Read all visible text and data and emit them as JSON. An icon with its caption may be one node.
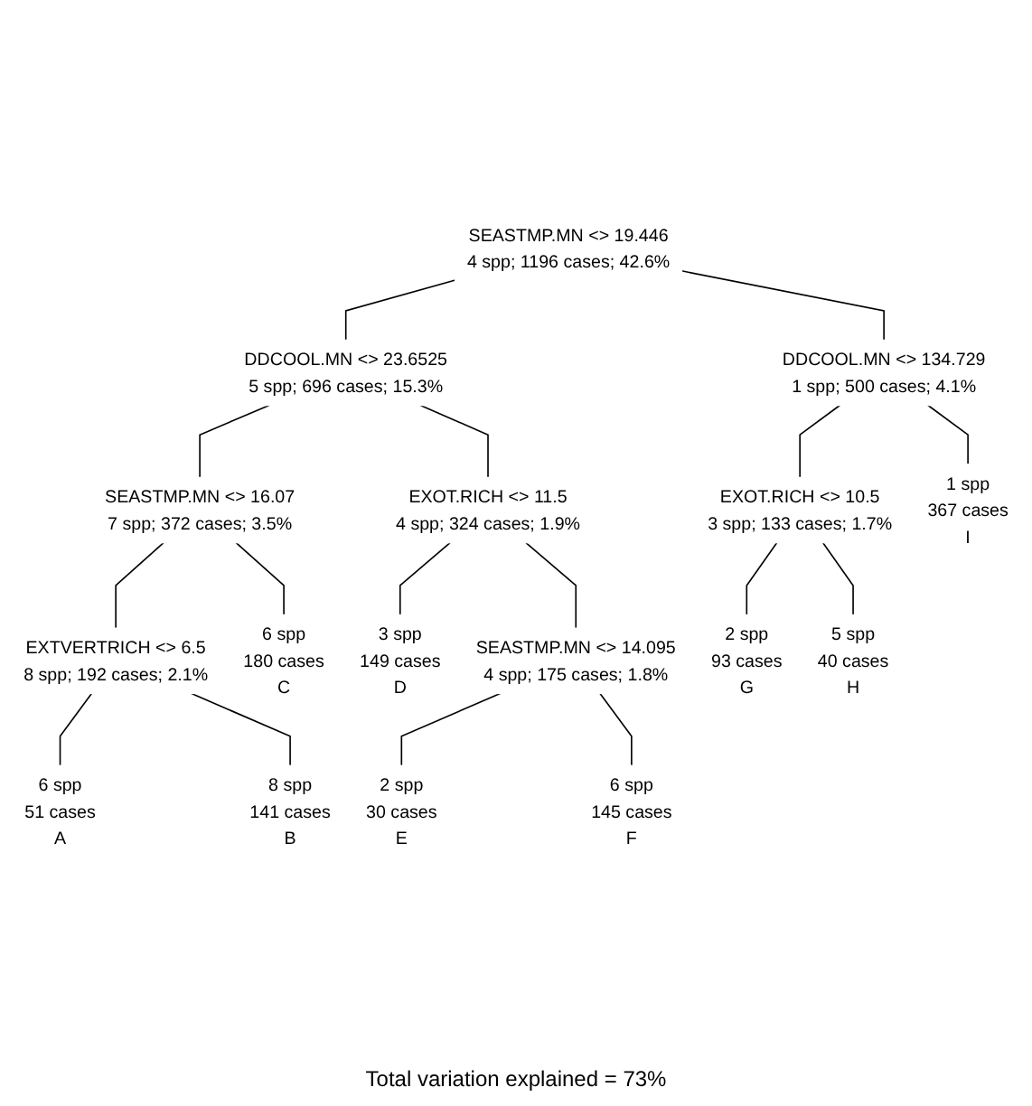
{
  "diagram": {
    "caption": "Total variation explained = 73%",
    "nodes": [
      {
        "text": [
          "SEASTMP.MN <> 19.446",
          "4 spp; 1196 cases; 42.6%"
        ]
      },
      {
        "text": [
          "DDCOOL.MN <> 23.6525",
          "5 spp; 696 cases; 15.3%"
        ]
      },
      {
        "text": [
          "DDCOOL.MN <> 134.729",
          "1 spp; 500 cases; 4.1%"
        ]
      },
      {
        "text": [
          "SEASTMP.MN <> 16.07",
          "7 spp; 372 cases; 3.5%"
        ]
      },
      {
        "text": [
          "EXOT.RICH <> 11.5",
          "4 spp; 324 cases; 1.9%"
        ]
      },
      {
        "text": [
          "EXOT.RICH <> 10.5",
          "3 spp; 133 cases; 1.7%"
        ]
      },
      {
        "text": [
          "1 spp",
          "367 cases",
          "I"
        ]
      },
      {
        "text": [
          "EXTVERTRICH <> 6.5",
          "8 spp; 192 cases; 2.1%"
        ]
      },
      {
        "text": [
          "6 spp",
          "180 cases",
          "C"
        ]
      },
      {
        "text": [
          "3 spp",
          "149 cases",
          "D"
        ]
      },
      {
        "text": [
          "SEASTMP.MN <> 14.095",
          "4 spp; 175 cases; 1.8%"
        ]
      },
      {
        "text": [
          "2 spp",
          "93 cases",
          "G"
        ]
      },
      {
        "text": [
          "5 spp",
          "40 cases",
          "H"
        ]
      },
      {
        "text": [
          "6 spp",
          "51 cases",
          "A"
        ]
      },
      {
        "text": [
          "8 spp",
          "141 cases",
          "B"
        ]
      },
      {
        "text": [
          "2 spp",
          "30 cases",
          "E"
        ]
      },
      {
        "text": [
          "6 spp",
          "145 cases",
          "F"
        ]
      }
    ],
    "edges": [
      {
        "from": 0,
        "to": 1,
        "arrow": "none"
      },
      {
        "from": 0,
        "to": 2,
        "arrow": "none"
      },
      {
        "from": 1,
        "to": 3,
        "arrow": "none"
      },
      {
        "from": 1,
        "to": 4,
        "arrow": "none"
      },
      {
        "from": 2,
        "to": 5,
        "arrow": "none"
      },
      {
        "from": 2,
        "to": 6,
        "arrow": "none"
      },
      {
        "from": 3,
        "to": 7,
        "arrow": "none"
      },
      {
        "from": 3,
        "to": 8,
        "arrow": "none"
      },
      {
        "from": 4,
        "to": 9,
        "arrow": "none"
      },
      {
        "from": 4,
        "to": 10,
        "arrow": "none"
      },
      {
        "from": 5,
        "to": 11,
        "arrow": "none"
      },
      {
        "from": 5,
        "to": 12,
        "arrow": "none"
      },
      {
        "from": 7,
        "to": 13,
        "arrow": "none"
      },
      {
        "from": 7,
        "to": 14,
        "arrow": "none"
      },
      {
        "from": 10,
        "to": 15,
        "arrow": "none"
      },
      {
        "from": 10,
        "to": 16,
        "arrow": "none"
      }
    ]
  }
}
